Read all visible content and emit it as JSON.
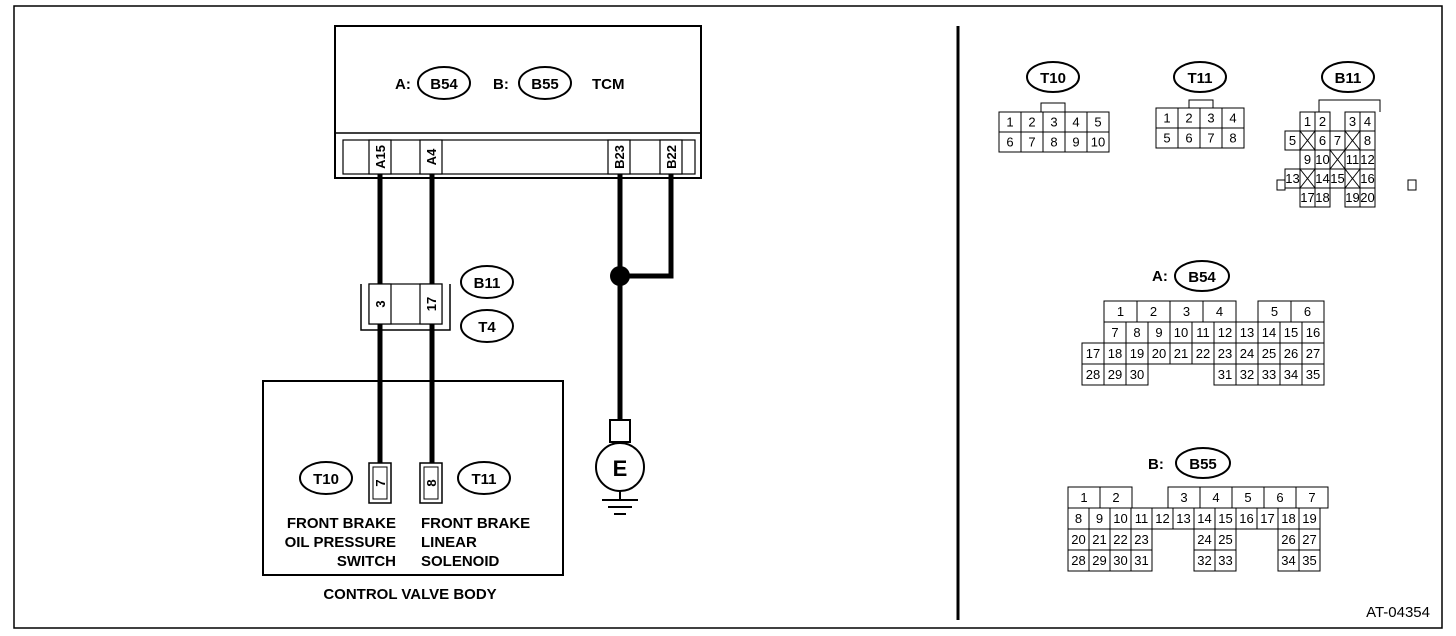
{
  "tcm": {
    "label_a": "A:",
    "conn_a": "B54",
    "label_b": "B:",
    "conn_b": "B55",
    "name": "TCM",
    "terminals": [
      "A15",
      "A4",
      "B23",
      "B22"
    ]
  },
  "joint": {
    "conn_top": "B11",
    "conn_bottom": "T4",
    "pins": [
      "3",
      "17"
    ]
  },
  "valve_body": {
    "title": "CONTROL VALVE BODY",
    "conn_left": "T10",
    "pin_left": "7",
    "conn_right": "T11",
    "pin_right": "8",
    "left_text": [
      "FRONT BRAKE",
      "OIL PRESSURE",
      "SWITCH"
    ],
    "right_text": [
      "FRONT BRAKE",
      "LINEAR",
      "SOLENOID"
    ]
  },
  "ground": {
    "label": "E"
  },
  "connectors": {
    "t10": {
      "name": "T10",
      "rows": [
        [
          "1",
          "2",
          "3",
          "4",
          "5"
        ],
        [
          "6",
          "7",
          "8",
          "9",
          "10"
        ]
      ]
    },
    "t11": {
      "name": "T11",
      "rows": [
        [
          "1",
          "2",
          "3",
          "4"
        ],
        [
          "5",
          "6",
          "7",
          "8"
        ]
      ]
    },
    "b11": {
      "name": "B11",
      "cells": [
        "1",
        "2",
        "3",
        "4",
        "5",
        "6",
        "7",
        "8",
        "9",
        "10",
        "11",
        "12",
        "13",
        "14",
        "15",
        "16",
        "17",
        "18",
        "19",
        "20"
      ]
    },
    "b54": {
      "label": "A:",
      "name": "B54",
      "rows": [
        [
          "1",
          "2",
          "3",
          "4",
          "5",
          "6"
        ],
        [
          "7",
          "8",
          "9",
          "10",
          "11",
          "12",
          "13",
          "14",
          "15",
          "16"
        ],
        [
          "17",
          "18",
          "19",
          "20",
          "21",
          "22",
          "23",
          "24",
          "25",
          "26",
          "27"
        ],
        [
          "28",
          "29",
          "30",
          "31",
          "32",
          "33",
          "34",
          "35"
        ]
      ]
    },
    "b55": {
      "label": "B:",
      "name": "B55",
      "rows": [
        [
          "1",
          "2",
          "3",
          "4",
          "5",
          "6",
          "7"
        ],
        [
          "8",
          "9",
          "10",
          "11",
          "12",
          "13",
          "14",
          "15",
          "16",
          "17",
          "18",
          "19"
        ],
        [
          "20",
          "21",
          "22",
          "23",
          "24",
          "25",
          "26",
          "27"
        ],
        [
          "28",
          "29",
          "30",
          "31",
          "32",
          "33",
          "34",
          "35"
        ]
      ]
    }
  },
  "figure_id": "AT-04354"
}
